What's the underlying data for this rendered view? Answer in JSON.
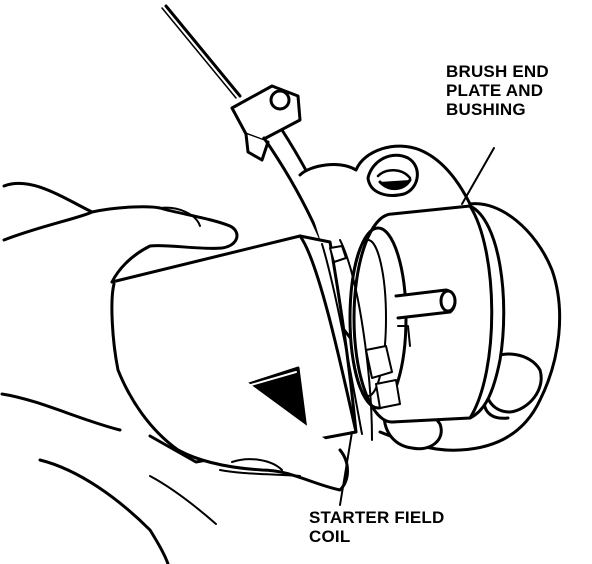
{
  "labels": {
    "brush_end": {
      "lines": [
        "BRUSH END",
        "PLATE AND",
        "BUSHING"
      ]
    },
    "field_coil": {
      "lines": [
        "STARTER FIELD",
        "COIL"
      ]
    }
  },
  "colors": {
    "ink": "#000000",
    "paper": "#ffffff"
  }
}
